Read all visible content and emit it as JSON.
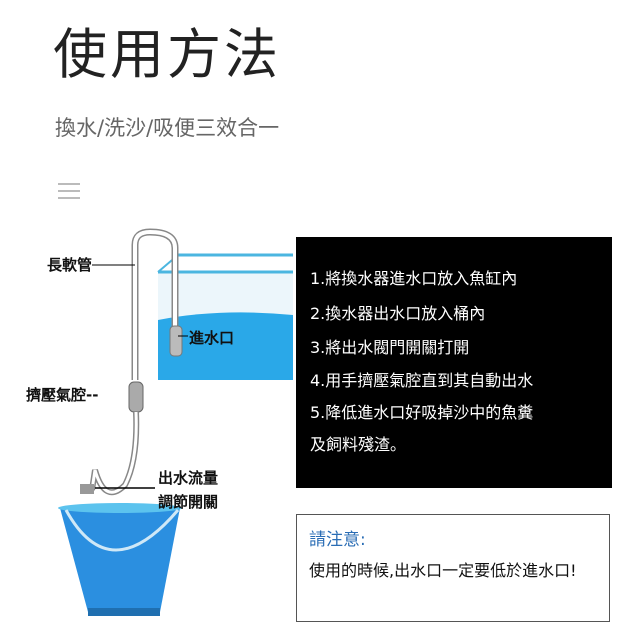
{
  "header": {
    "title": "使用方法",
    "subtitle": "換水/洗沙/吸便三效合一"
  },
  "diagram": {
    "labels": {
      "hose": "長軟管",
      "inlet": "進水口",
      "bulb": "擠壓氣腔--",
      "valve_line1": "出水流量",
      "valve_line2": "調節開關"
    }
  },
  "steps": [
    "1.將換水器進水口放入魚缸內",
    "2.換水器出水口放入桶內",
    "3.將出水閥門開關打開",
    "4.用手擠壓氣腔直到其自動出水",
    "5.降低進水口好吸掉沙中的魚糞",
    "及飼料殘渣。"
  ],
  "notice": {
    "heading": "請注意:",
    "body": "使用的時候,出水口一定要低於進水口!"
  },
  "colors": {
    "water": "#29a3e3",
    "bucket": "#2b8fe0",
    "notice_heading": "#2a6db5"
  }
}
